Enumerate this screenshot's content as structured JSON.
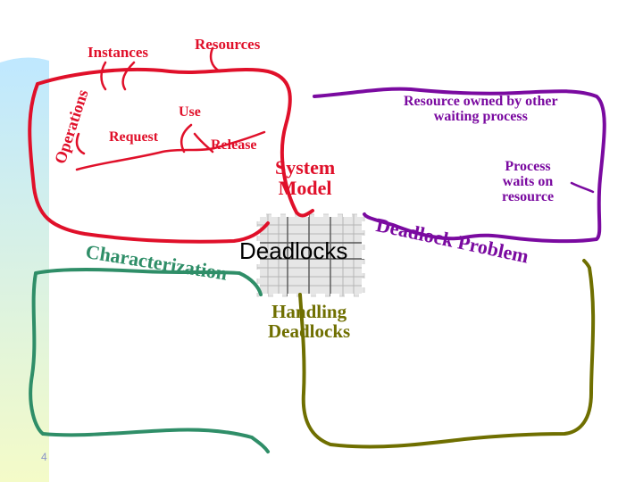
{
  "slide": {
    "center_title": "Deadlocks",
    "page_number": "4"
  },
  "quadrants": {
    "system_model": {
      "title_line1": "System",
      "title_line2": "Model",
      "instances": "Instances",
      "resources": "Resources",
      "operations": "Operations",
      "use": "Use",
      "request": "Request",
      "release": "Release"
    },
    "deadlock_problem": {
      "title": "Deadlock Problem",
      "resource_owned_line1": "Resource owned by other",
      "resource_owned_line2": "waiting process",
      "process_waits_line1": "Process",
      "process_waits_line2": "waits on",
      "process_waits_line3": "resource"
    },
    "characterization": {
      "title": "Characterization"
    },
    "handling": {
      "title_line1": "Handling",
      "title_line2": "Deadlocks"
    }
  },
  "colors": {
    "system_model": "#e0102a",
    "deadlock_problem": "#7a0aa0",
    "characterization": "#2f8e68",
    "handling": "#6f6f00",
    "sidebar_top": "#bfe8ff",
    "sidebar_bottom": "#f4fbc8",
    "page_number": "#8a94c8"
  }
}
